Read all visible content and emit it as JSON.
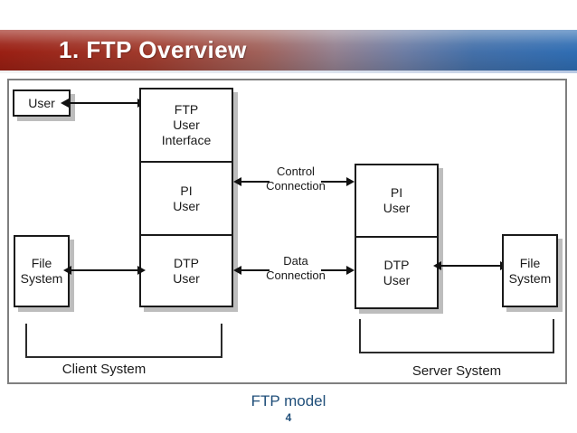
{
  "header": {
    "title": "1. FTP Overview"
  },
  "diagram": {
    "boxes": {
      "user": {
        "lines": [
          "User"
        ]
      },
      "ftp_ui": {
        "lines": [
          "FTP",
          "User",
          "Interface"
        ]
      },
      "pi_client": {
        "lines": [
          "PI",
          "User"
        ]
      },
      "dtp_client": {
        "lines": [
          "DTP",
          "User"
        ]
      },
      "fs_client": {
        "lines": [
          "File",
          "System"
        ]
      },
      "pi_server": {
        "lines": [
          "PI",
          "User"
        ]
      },
      "dtp_server": {
        "lines": [
          "DTP",
          "User"
        ]
      },
      "fs_server": {
        "lines": [
          "File",
          "System"
        ]
      }
    },
    "connections": {
      "control": {
        "lines": [
          "Control",
          "Connection"
        ]
      },
      "data": {
        "lines": [
          "Data",
          "Connection"
        ]
      }
    },
    "groups": {
      "client": {
        "label": "Client System"
      },
      "server": {
        "label": "Server System"
      }
    }
  },
  "footer": {
    "caption": "FTP model",
    "page_number": "4"
  },
  "colors": {
    "header_gradient_left": "#9a1f13",
    "header_gradient_right": "#2f6db3",
    "title_text": "#ffffff",
    "caption_blue": "#1f4e79",
    "box_border": "#1a1a1a",
    "shadow_gray": "#bdbdbd",
    "diagram_border": "#7f7f7f"
  }
}
